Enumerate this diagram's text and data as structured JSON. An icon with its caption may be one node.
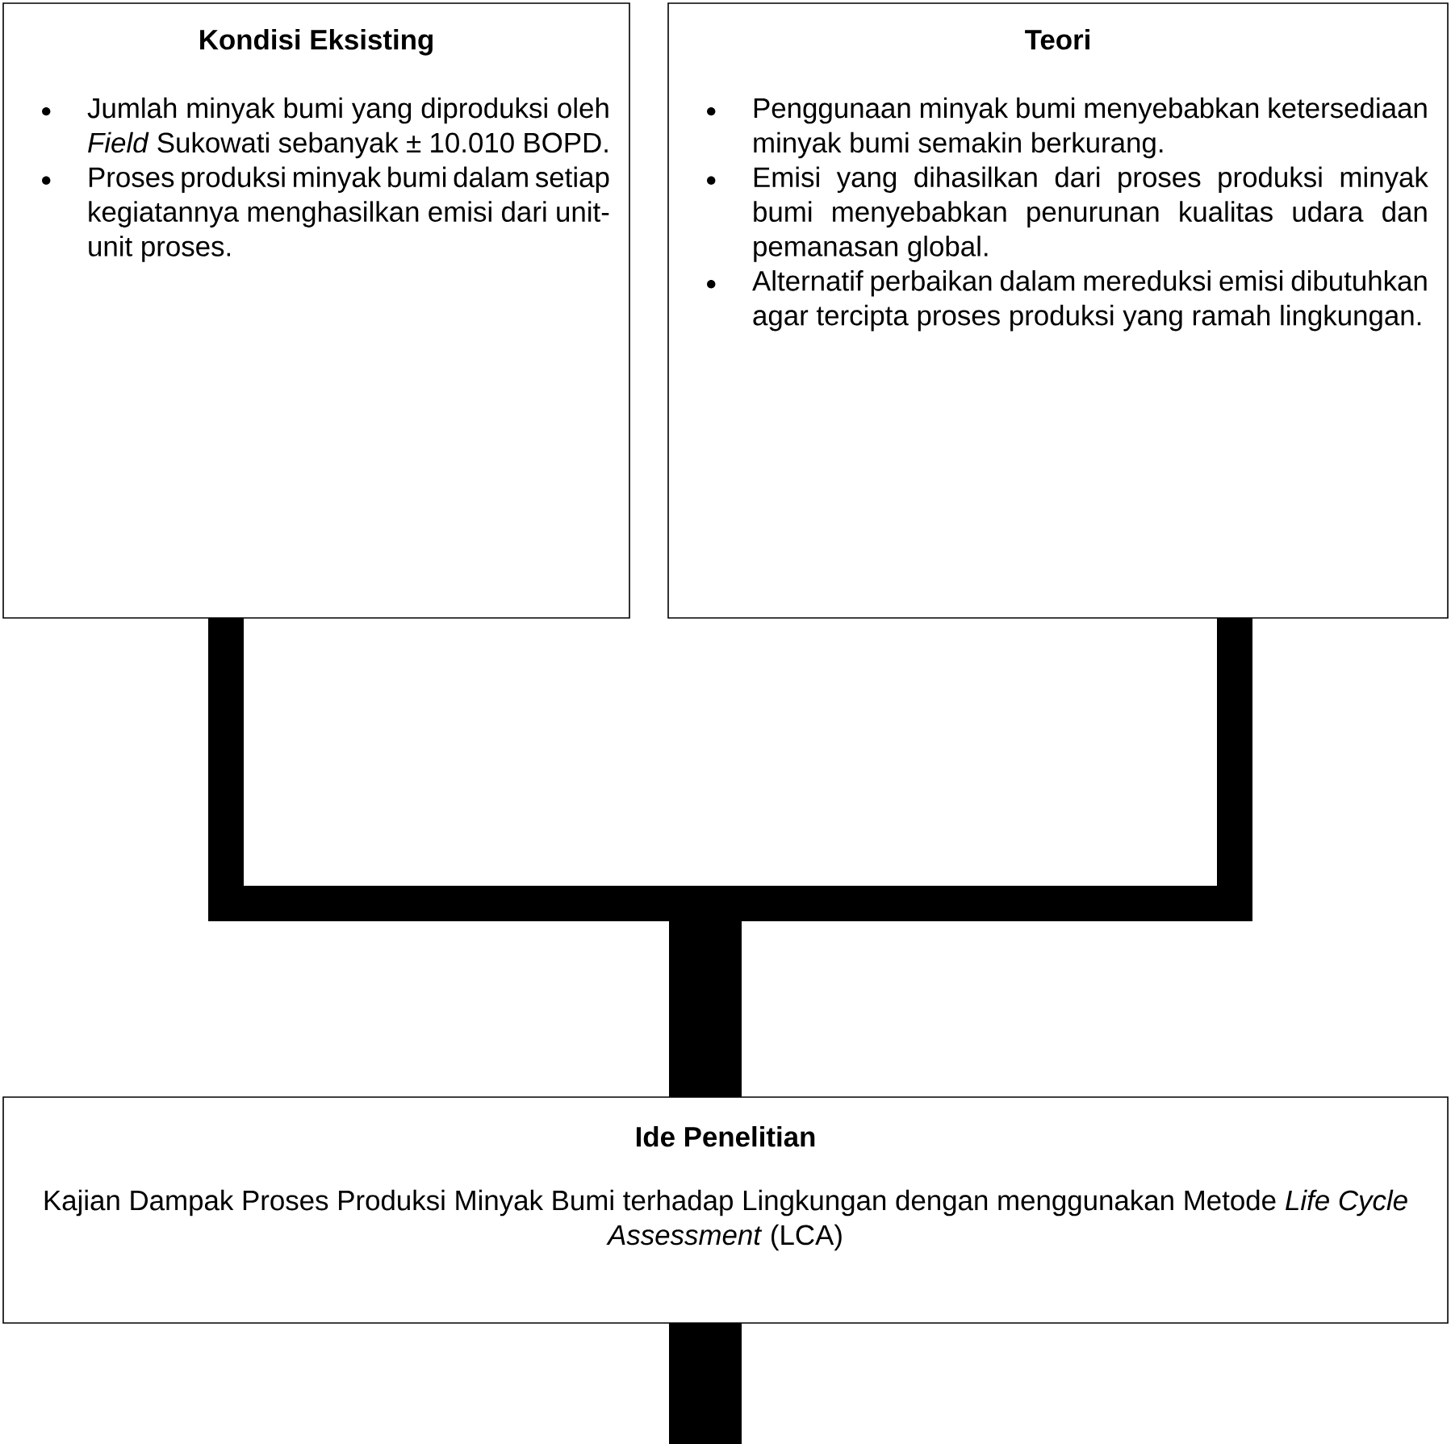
{
  "diagram": {
    "nodes": [
      {
        "text": [
          "Kondisi Eksisting",
          "Jumlah minyak bumi yang diproduksi oleh *Field* Sukowati sebanyak ± 10.010 BOPD.",
          "Proses produksi minyak bumi dalam setiap kegiatannya menghasilkan emisi dari unit-unit proses."
        ]
      },
      {
        "text": [
          "Teori",
          "Penggunaan minyak bumi menyebabkan ketersediaan minyak bumi semakin berkurang.",
          "Emisi yang dihasilkan dari proses produksi minyak bumi menyebabkan penurunan kualitas udara dan pemanasan global.",
          "Alternatif perbaikan dalam mereduksi emisi dibutuhkan agar tercipta proses produksi yang ramah lingkungan."
        ]
      },
      {
        "text": [
          "Ide Penelitian",
          "Kajian Dampak Proses Produksi Minyak Bumi terhadap Lingkungan dengan menggunakan Metode *Life Cycle Assessment* (LCA)"
        ]
      }
    ],
    "edges": [
      {
        "from": 0,
        "to": 2,
        "arrow": "none"
      },
      {
        "from": 1,
        "to": 2,
        "arrow": "none"
      },
      {
        "from": 2,
        "to": null,
        "arrow": "none",
        "style": "thick"
      }
    ]
  }
}
